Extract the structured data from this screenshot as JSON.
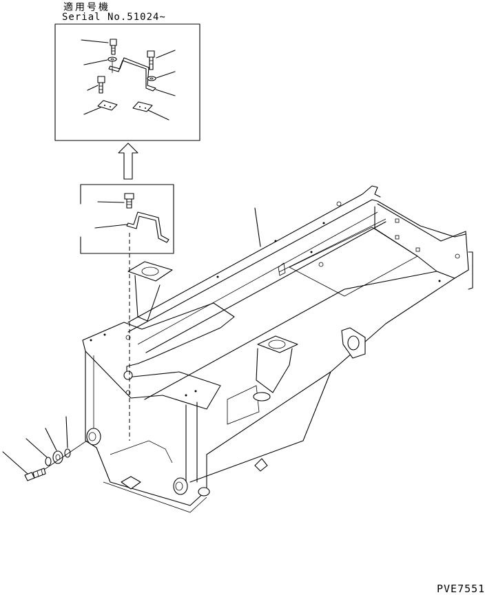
{
  "header": {
    "applicability": "適用号機",
    "serial": "Serial No.51024~"
  },
  "footer": {
    "drawing_code": "PVE7551"
  }
}
